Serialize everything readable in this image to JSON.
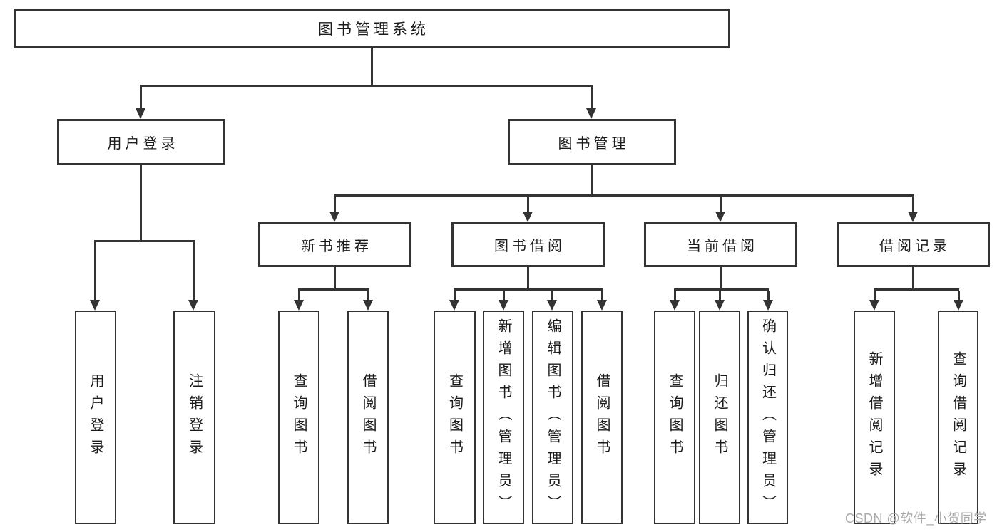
{
  "colors": {
    "background": "#ffffff",
    "line": "#333333",
    "box_border": "#333333",
    "text": "#1b1b1b",
    "watermark": "#aaaaaa"
  },
  "tree": {
    "root": {
      "label": "图书管理系统"
    },
    "branches": [
      {
        "label": "用户登录",
        "children": [
          {
            "label": "用户登录"
          },
          {
            "label": "注销登录"
          }
        ]
      },
      {
        "label": "图书管理",
        "children": [
          {
            "label": "新书推荐",
            "children": [
              {
                "label": "查询图书"
              },
              {
                "label": "借阅图书"
              }
            ]
          },
          {
            "label": "图书借阅",
            "children": [
              {
                "label": "查询图书"
              },
              {
                "label": "新增图书（管理员）"
              },
              {
                "label": "编辑图书（管理员）"
              },
              {
                "label": "借阅图书"
              }
            ]
          },
          {
            "label": "当前借阅",
            "children": [
              {
                "label": "查询图书"
              },
              {
                "label": "归还图书"
              },
              {
                "label": "确认归还（管理员）"
              }
            ]
          },
          {
            "label": "借阅记录",
            "children": [
              {
                "label": "新增借阅记录"
              },
              {
                "label": "查询借阅记录"
              }
            ]
          }
        ]
      }
    ]
  },
  "watermark": {
    "text": "CSDN @软件_小贺同学"
  }
}
